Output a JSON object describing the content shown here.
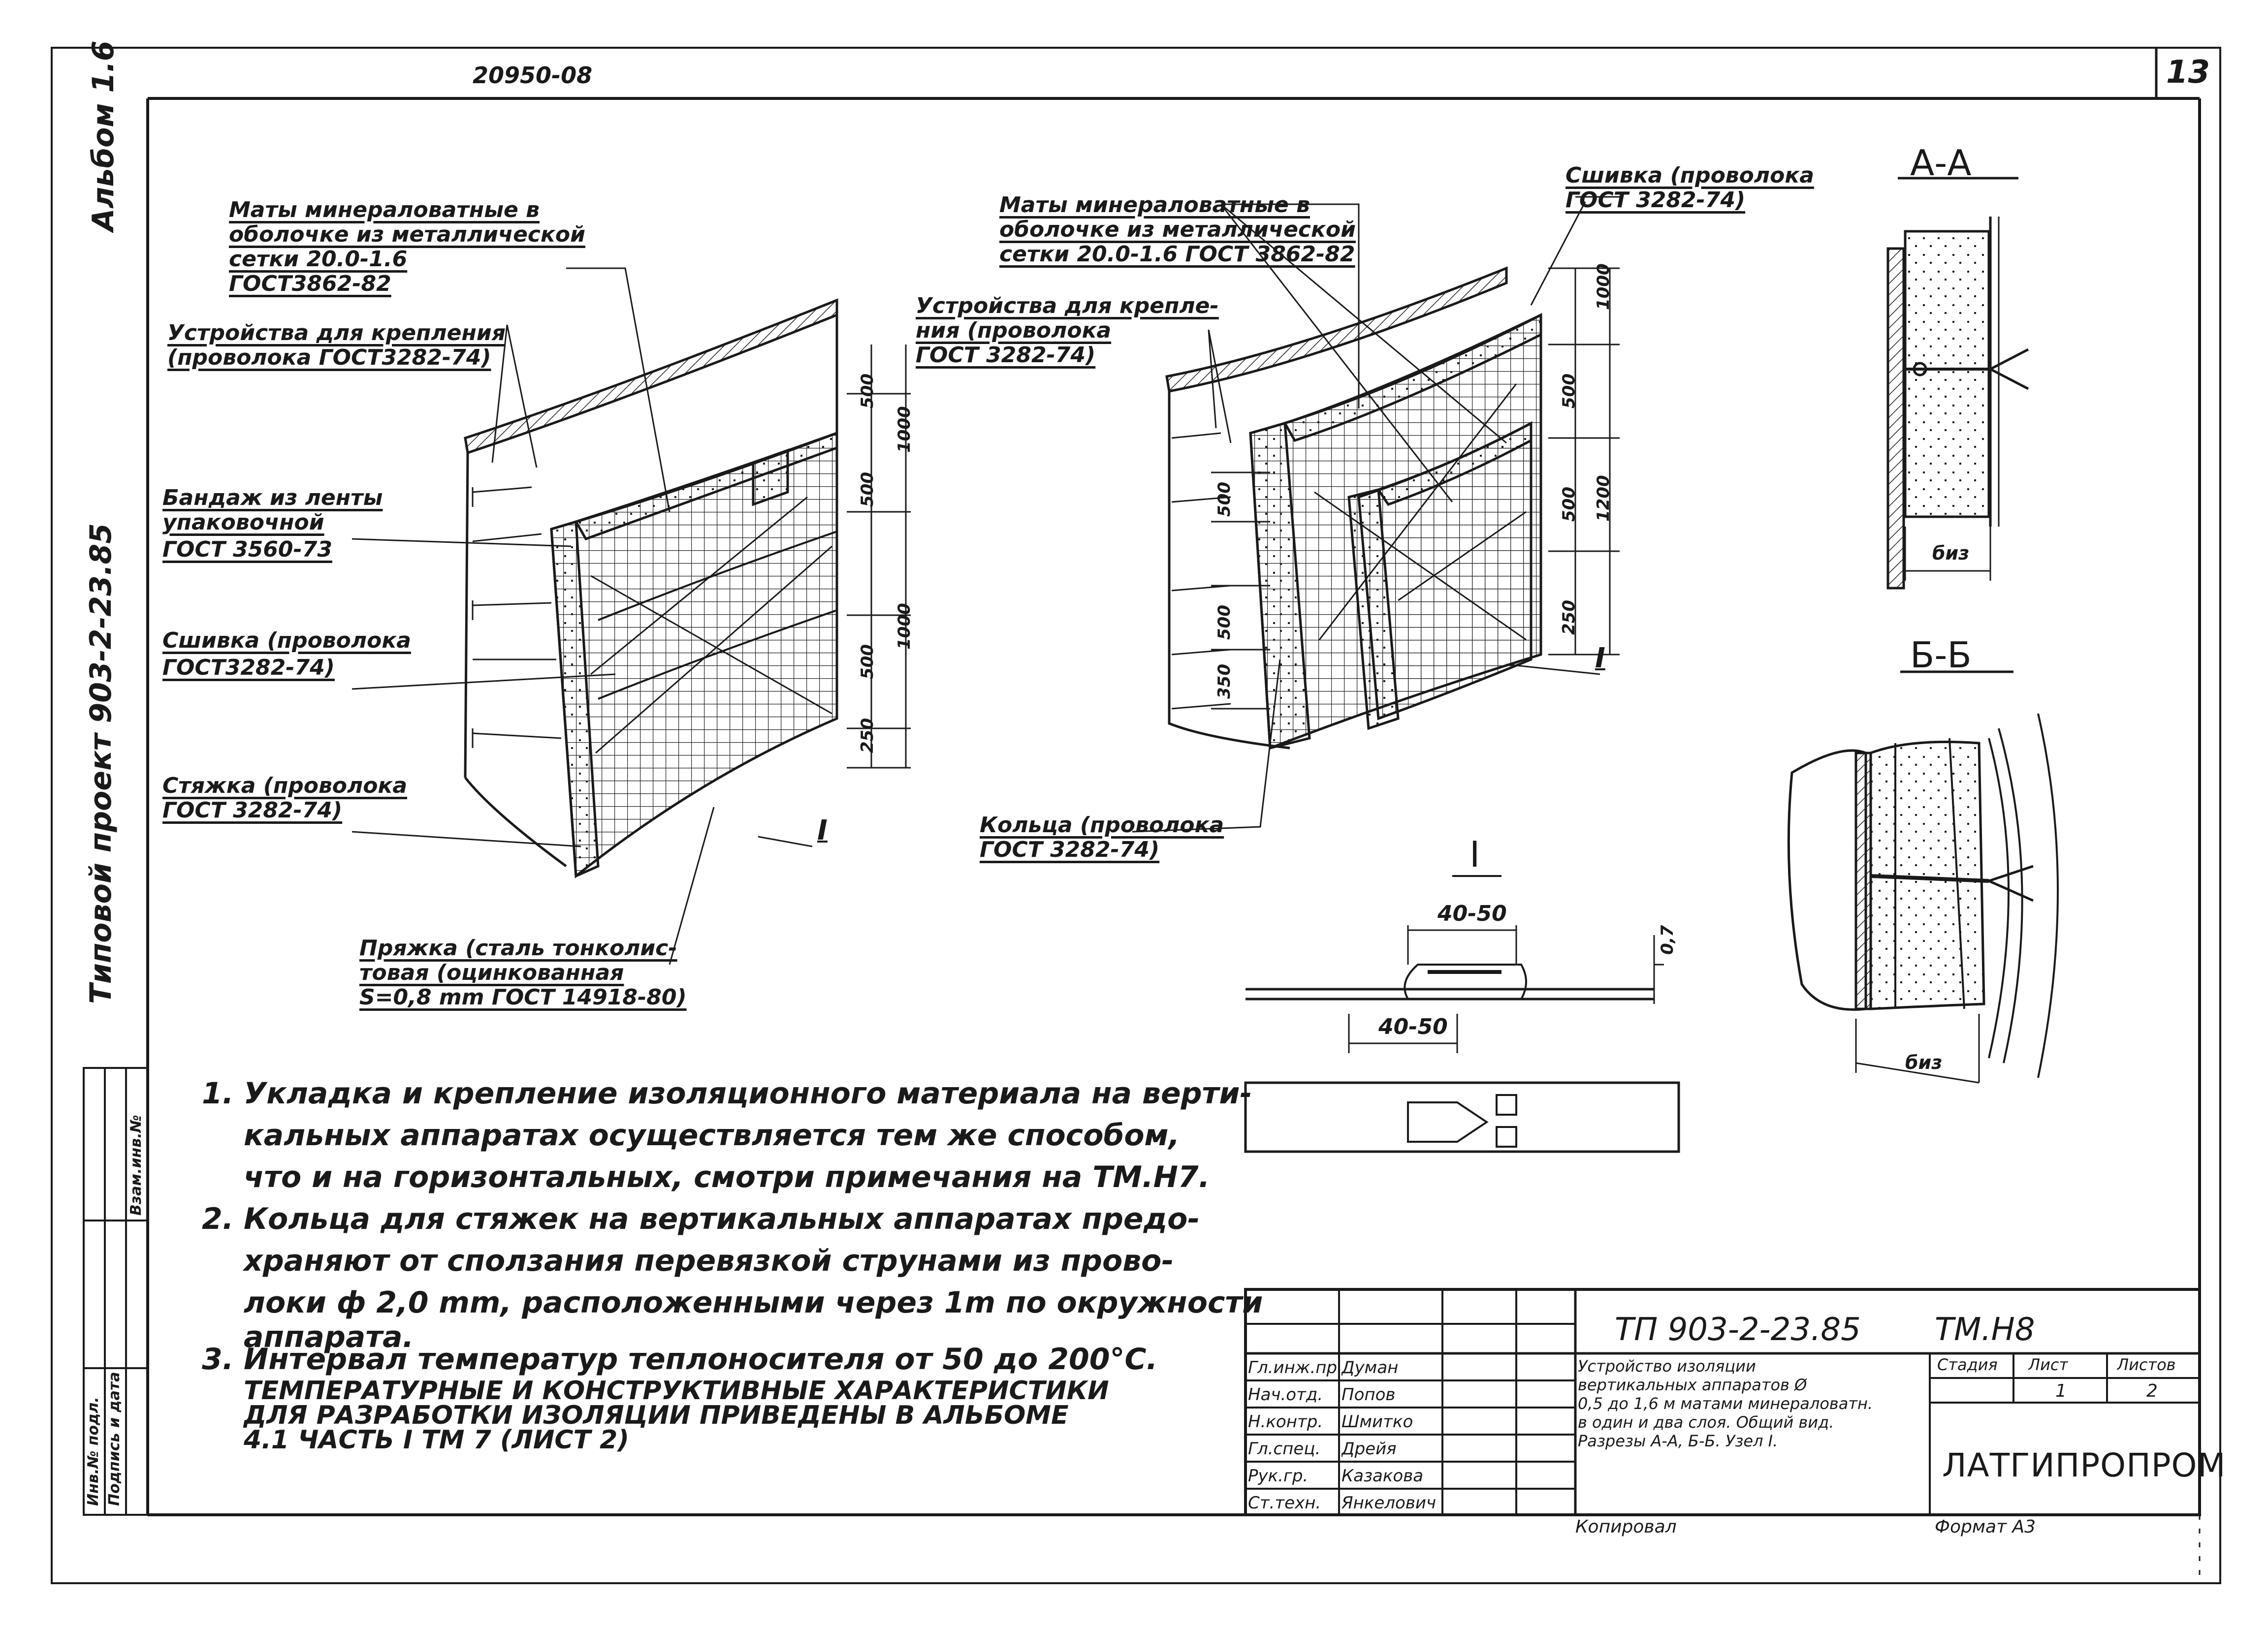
{
  "header": {
    "doc_number": "20950-08",
    "sheet_number": "13"
  },
  "side": {
    "album": "Альбом 1.6",
    "project": "Типовой проект 903-2-23.85",
    "stamp_col1": "Инв.№ подл.",
    "stamp_col2": "Подпись и дата",
    "stamp_col3": "Взам.инв.№"
  },
  "left_view": {
    "mats": [
      "Маты минераловатные в",
      "оболочке из металлической",
      "сетки 20.0-1.6",
      "ГОСТ3862-82"
    ],
    "fasteners": [
      "Устройства для крепления",
      "(проволока ГОСТ3282-74)"
    ],
    "bandage": [
      "Бандаж из ленты",
      "упаковочной",
      "ГОСТ 3560-73"
    ],
    "stitching": [
      "Сшивка (проволока",
      "ГОСТ3282-74)"
    ],
    "tie": [
      "Стяжка (проволока",
      "ГОСТ 3282-74)"
    ],
    "buckle": [
      "Пряжка (сталь тонколис-",
      "товая (оцинкованная",
      "S=0,8 mm ГОСТ 14918-80)"
    ],
    "dims": [
      "500",
      "500",
      "1000",
      "500",
      "1000",
      "250"
    ],
    "node": "I"
  },
  "right_view": {
    "mats": [
      "Маты минераловатные в",
      "оболочке из металлической",
      "сетки 20.0-1.6 ГОСТ 3862-82"
    ],
    "fasteners": [
      "Устройства для крепле-",
      "ния (проволока",
      "ГОСТ 3282-74)"
    ],
    "stitching": [
      "Сшивка (проволока",
      "ГОСТ 3282-74)"
    ],
    "rings": [
      "Кольца (проволока",
      "ГОСТ 3282-74)"
    ],
    "dims_left": [
      "500",
      "500",
      "350"
    ],
    "dims_right": [
      "1000",
      "500",
      "500",
      "1200",
      "250"
    ],
    "node": "I"
  },
  "section_aa": {
    "title": "А-А",
    "dim": "биз"
  },
  "section_bb": {
    "title": "Б-Б",
    "dim": "биз"
  },
  "detail": {
    "title": "I",
    "dim_top": "40-50",
    "dim_bottom": "40-50",
    "dim_thk": "0,7"
  },
  "notes": [
    {
      "num": "1.",
      "lines": [
        "Укладка и крепление изоляционного материала на верти-",
        "кальных аппаратах осуществляется тем же способом,",
        "что и на горизонтальных, смотри примечания на ТМ.Н7."
      ]
    },
    {
      "num": "2.",
      "lines": [
        "Кольца для стяжек на вертикальных аппаратах предо-",
        "храняют от сползания перевязкой струнами из прово-",
        "локи ф 2,0 mm, расположенными через 1m по окружности",
        "аппарата."
      ]
    },
    {
      "num": "3.",
      "lines": [
        "Интервал температур теплоносителя от 50 до 200°C.",
        "ТЕМПЕРАТУРНЫЕ И КОНСТРУКТИВНЫЕ ХАРАКТЕРИСТИКИ",
        "ДЛЯ РАЗРАБОТКИ ИЗОЛЯЦИИ ПРИВЕДЕНЫ В АЛЬБОМЕ",
        "4.1 ЧАСТЬ I ТМ 7 (ЛИСТ 2)"
      ]
    }
  ],
  "title_block": {
    "code": "ТП 903-2-23.85",
    "drawing": "ТМ.Н8",
    "roles": [
      "Гл.инж.пр.",
      "Нач.отд.",
      "Н.контр.",
      "Гл.спец.",
      "Рук.гр.",
      "Ст.техн."
    ],
    "names": [
      "Думан",
      "Попов",
      "Шмитко",
      "Дрейя",
      "Казакова",
      "Янкелович"
    ],
    "description": [
      "Устройство изоляции",
      "вертикальных аппаратов Ø",
      "0,5 до 1,6 м матами минераловатн.",
      "в один и два слоя. Общий вид.",
      "Разрезы А-А, Б-Б. Узел I."
    ],
    "stage_label": "Стадия",
    "sheet_label": "Лист",
    "sheets_label": "Листов",
    "sheet": "1",
    "sheets": "2",
    "org": "ЛАТГИПРОПРОМ",
    "copied": "Копировал",
    "format": "Формат А3"
  }
}
